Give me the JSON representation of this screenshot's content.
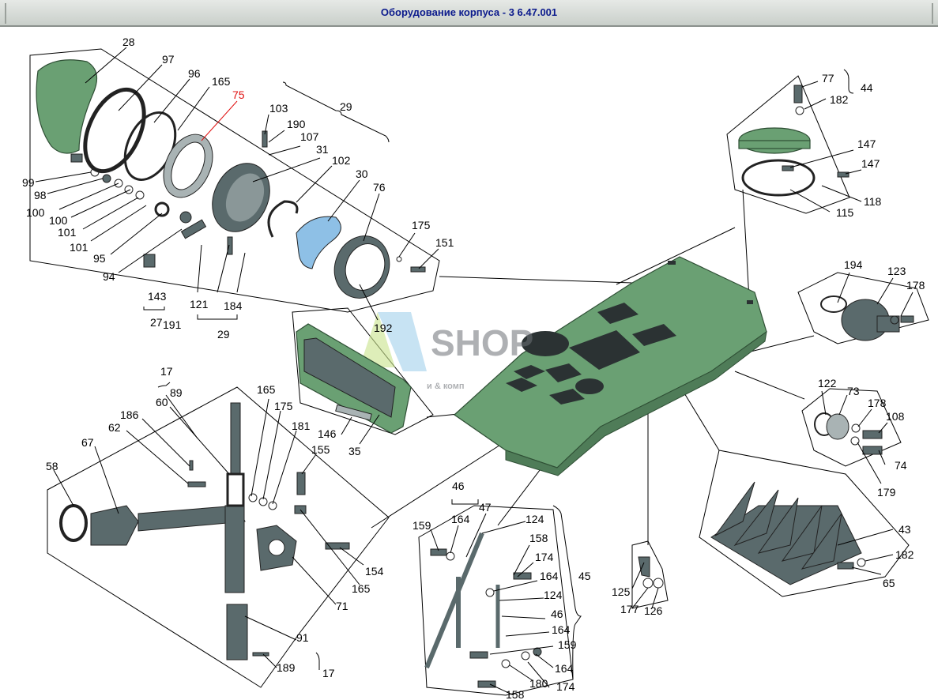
{
  "window": {
    "title": "Оборудование корпуса - 3 6.47.001"
  },
  "watermark": {
    "brand": "SHOP",
    "tagline": "и & комп"
  },
  "labels": {
    "l28": "28",
    "l97": "97",
    "l96": "96",
    "l165a": "165",
    "l75": "75",
    "l103": "103",
    "l29a": "29",
    "l190": "190",
    "l107": "107",
    "l31": "31",
    "l102": "102",
    "l30": "30",
    "l76": "76",
    "l99": "99",
    "l98": "98",
    "l100a": "100",
    "l100b": "100",
    "l101a": "101",
    "l101b": "101",
    "l95": "95",
    "l94": "94",
    "l143": "143",
    "l27": "27",
    "l191": "191",
    "l121": "121",
    "l184": "184",
    "l29b": "29",
    "l175a": "175",
    "l151": "151",
    "l192": "192",
    "l77": "77",
    "l44": "44",
    "l182a": "182",
    "l147a": "147",
    "l147b": "147",
    "l118": "118",
    "l115": "115",
    "l194": "194",
    "l123": "123",
    "l178a": "178",
    "l122": "122",
    "l73": "73",
    "l178b": "178",
    "l108": "108",
    "l74": "74",
    "l179": "179",
    "l43": "43",
    "l182b": "182",
    "l65": "65",
    "l146": "146",
    "l35": "35",
    "l17a": "17",
    "l89": "89",
    "l60": "60",
    "l186": "186",
    "l62": "62",
    "l67": "67",
    "l58": "58",
    "l165b": "165",
    "l175b": "175",
    "l181": "181",
    "l155": "155",
    "l154": "154",
    "l165c": "165",
    "l71": "71",
    "l91": "91",
    "l189": "189",
    "l17b": "17",
    "l46a": "46",
    "l47": "47",
    "l159a": "159",
    "l164a": "164",
    "l124a": "124",
    "l158a": "158",
    "l174a": "174",
    "l164b": "164",
    "l45": "45",
    "l124b": "124",
    "l46b": "46",
    "l164c": "164",
    "l159b": "159",
    "l164d": "164",
    "l158b": "158",
    "l180": "180",
    "l174b": "174",
    "l125": "125",
    "l177": "177",
    "l126": "126"
  },
  "colors": {
    "body_green": "#6aa073",
    "title_text": "#0b1a8c",
    "highlight_label": "#e01010"
  }
}
